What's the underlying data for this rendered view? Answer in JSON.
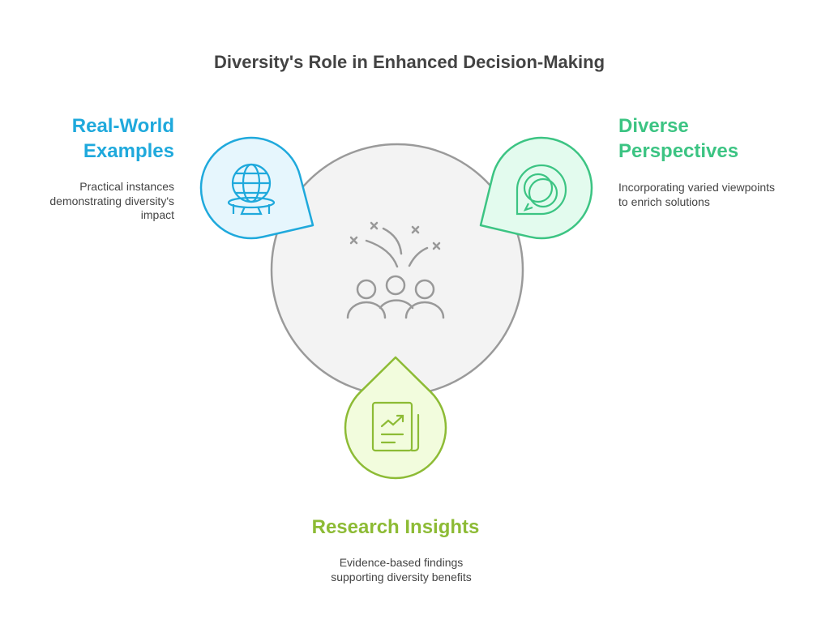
{
  "title": "Diversity's Role in Enhanced Decision-Making",
  "colors": {
    "blue": "#1fa9dc",
    "blue_fill": "#e6f6fd",
    "green": "#3cc483",
    "green_fill": "#e3fbee",
    "olive": "#8dbb35",
    "olive_fill": "#f2fcdd",
    "center_stroke": "#9a9a9a",
    "center_fill": "#f3f3f3"
  },
  "center": {
    "icon": "team-brainstorm-icon"
  },
  "items": [
    {
      "title_line1": "Real-World",
      "title_line2": "Examples",
      "desc_line1": "Practical instances",
      "desc_line2": "demonstrating diversity's",
      "desc_line3": "impact",
      "icon": "globe-icon"
    },
    {
      "title_line1": "Diverse",
      "title_line2": "Perspectives",
      "desc_line1": "Incorporating varied viewpoints",
      "desc_line2": "to enrich solutions",
      "icon": "chat-bubbles-icon"
    },
    {
      "title_line1": "Research Insights",
      "desc_line1": "Evidence-based findings",
      "desc_line2": "supporting diversity benefits",
      "icon": "report-chart-icon"
    }
  ]
}
